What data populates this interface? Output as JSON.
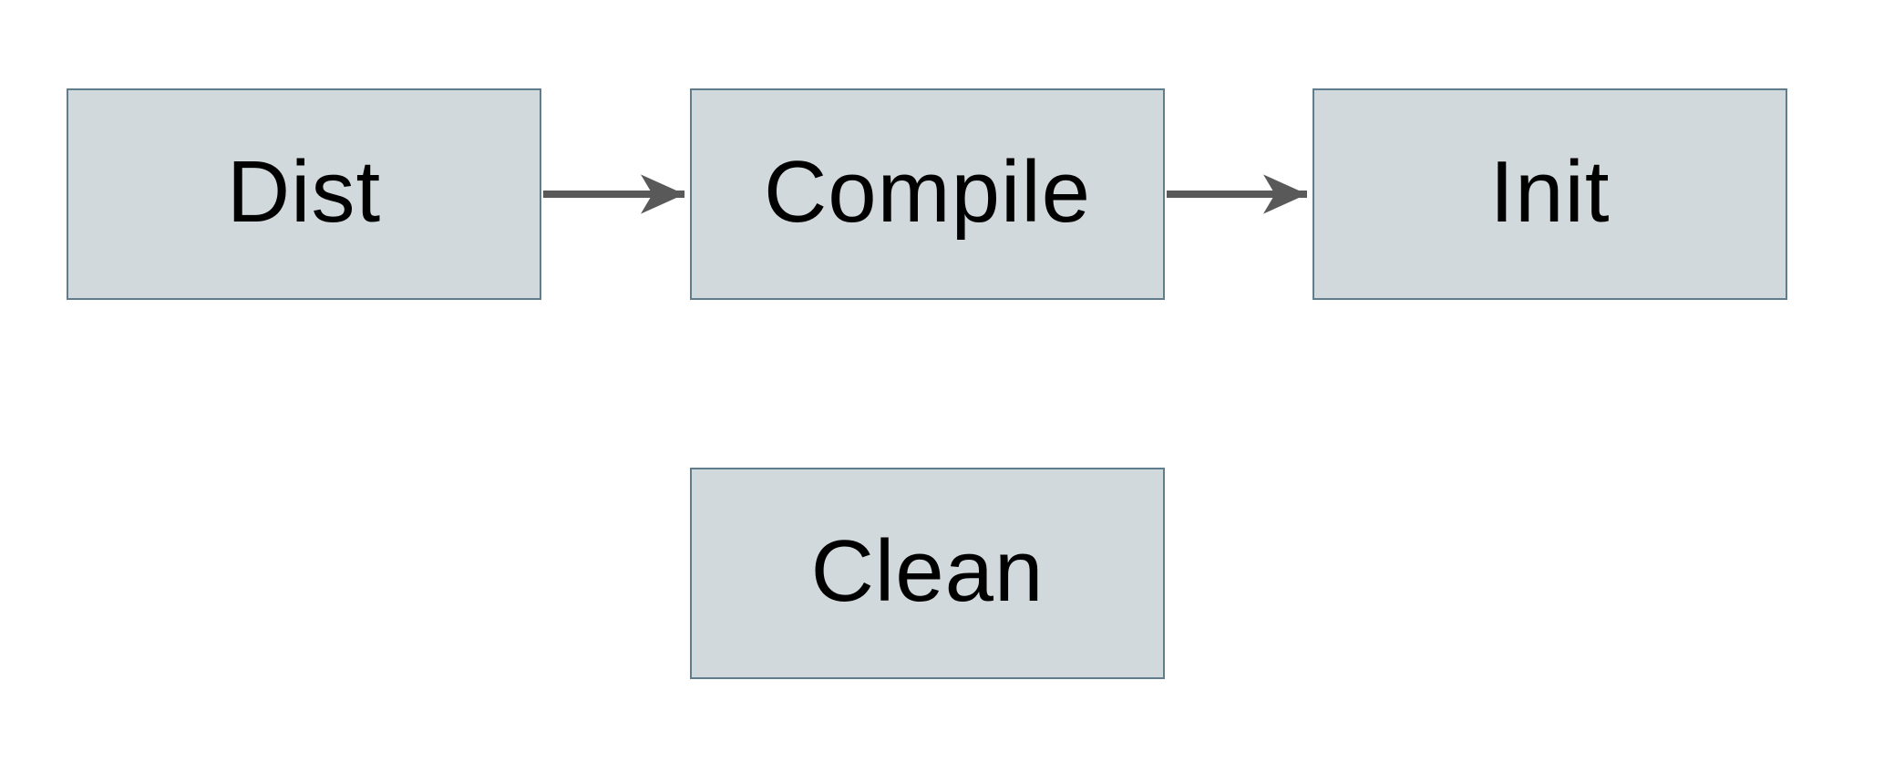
{
  "diagram": {
    "nodes": [
      {
        "id": "dist",
        "label": "Dist"
      },
      {
        "id": "compile",
        "label": "Compile"
      },
      {
        "id": "init",
        "label": "Init"
      },
      {
        "id": "clean",
        "label": "Clean"
      }
    ],
    "edges": [
      {
        "from": "Dist",
        "to": "Compile"
      },
      {
        "from": "Compile",
        "to": "Init"
      }
    ],
    "colors": {
      "background": "#ffffff",
      "node_fill": "#d1d9dc",
      "node_border": "#5f7d8c",
      "arrow": "#595959",
      "text": "#000000"
    }
  }
}
